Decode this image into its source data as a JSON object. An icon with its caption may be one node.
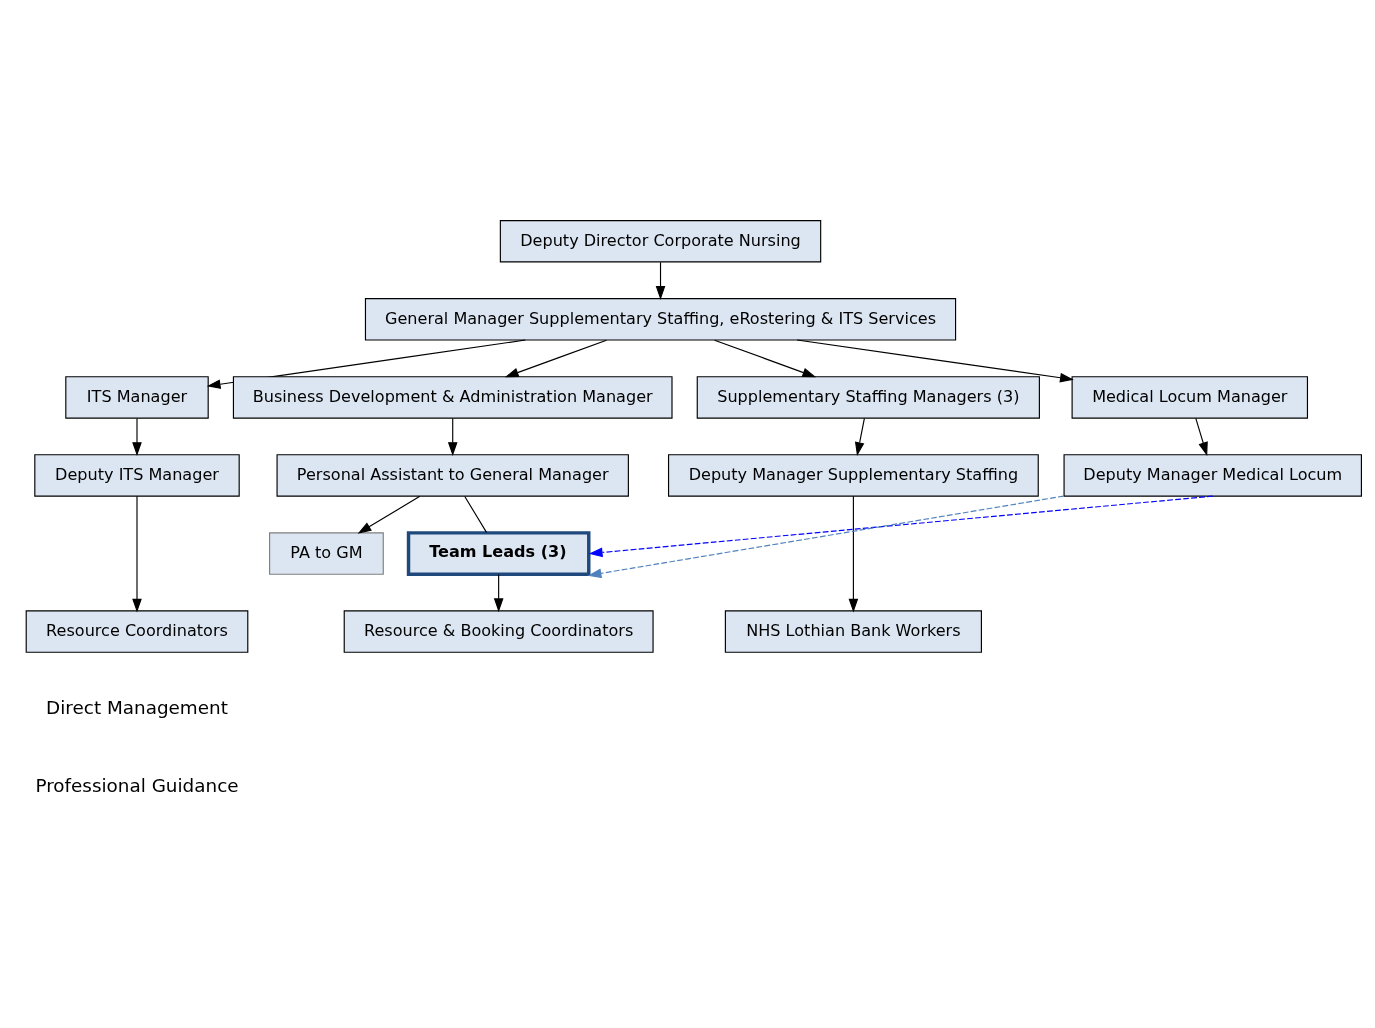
{
  "diagram": {
    "nodes": [
      {
        "text": [
          "Deputy Director Corporate Nursing"
        ]
      },
      {
        "text": [
          "General Manager Supplementary Staffing, eRostering & ITS Services"
        ]
      },
      {
        "text": [
          "ITS Manager"
        ]
      },
      {
        "text": [
          "Business Development & Administration Manager"
        ]
      },
      {
        "text": [
          "Supplementary Staffing Managers (3)"
        ]
      },
      {
        "text": [
          "Medical Locum Manager"
        ]
      },
      {
        "text": [
          "Deputy ITS Manager"
        ]
      },
      {
        "text": [
          "Personal Assistant to General Manager"
        ]
      },
      {
        "text": [
          "Deputy Manager Supplementary Staffing"
        ]
      },
      {
        "text": [
          "Deputy Manager Medical Locum"
        ]
      },
      {
        "text": [
          "PA to GM"
        ]
      },
      {
        "text": [
          "Team Leads (3)"
        ]
      },
      {
        "text": [
          "Resource Coordinators"
        ]
      },
      {
        "text": [
          "Resource & Booking Coordinators"
        ]
      },
      {
        "text": [
          "NHS Lothian Bank Workers"
        ]
      }
    ],
    "edges": [
      {
        "from": 0,
        "to": 1,
        "arrow": "to"
      },
      {
        "from": 1,
        "to": 2,
        "arrow": "to"
      },
      {
        "from": 1,
        "to": 3,
        "arrow": "to"
      },
      {
        "from": 1,
        "to": 4,
        "arrow": "to"
      },
      {
        "from": 1,
        "to": 5,
        "arrow": "to"
      },
      {
        "from": 2,
        "to": 6,
        "arrow": "to"
      },
      {
        "from": 3,
        "to": 7,
        "arrow": "to"
      },
      {
        "from": 4,
        "to": 8,
        "arrow": "to"
      },
      {
        "from": 5,
        "to": 9,
        "arrow": "to"
      },
      {
        "from": 6,
        "to": 12,
        "arrow": "to"
      },
      {
        "from": 7,
        "to": 10,
        "arrow": "to"
      },
      {
        "from": 7,
        "to": 11,
        "arrow": "none"
      },
      {
        "from": 11,
        "to": 13,
        "arrow": "to"
      },
      {
        "from": 8,
        "to": 14,
        "arrow": "to"
      },
      {
        "from": 9,
        "to": 11,
        "arrow": "to",
        "style": "dashed",
        "color": "#0000ff"
      },
      {
        "from": 9,
        "to": 11,
        "arrow": "to",
        "style": "dashed",
        "color": "#4f81bd"
      }
    ],
    "legend": [
      {
        "text": "Direct Management"
      },
      {
        "text": "Professional Guidance"
      }
    ]
  }
}
